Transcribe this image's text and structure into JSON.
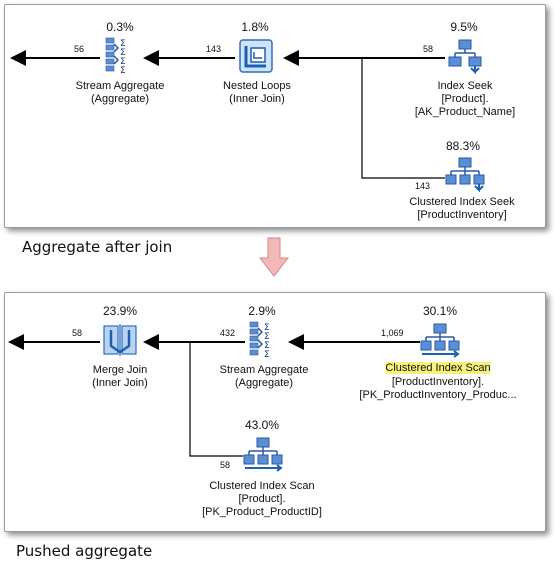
{
  "top_plan": {
    "ops": {
      "stream_aggregate": {
        "pct": "0.3%",
        "name": "Stream Aggregate",
        "sub": "(Aggregate)"
      },
      "nested_loops": {
        "pct": "1.8%",
        "name": "Nested Loops",
        "sub": "(Inner Join)"
      },
      "index_seek": {
        "pct": "9.5%",
        "name": "Index Seek",
        "sub": "[Product].",
        "sub2": "[AK_Product_Name]"
      },
      "clustered_seek": {
        "pct": "88.3%",
        "name": "Clustered Index Seek",
        "sub": "[ProductInventory]"
      }
    },
    "rows": {
      "out": "56",
      "agg_in": "143",
      "seek_in": "58",
      "cseek_in": "143"
    },
    "caption": "Aggregate after join"
  },
  "bottom_plan": {
    "ops": {
      "merge_join": {
        "pct": "23.9%",
        "name": "Merge Join",
        "sub": "(Inner Join)"
      },
      "stream_aggregate": {
        "pct": "2.9%",
        "name": "Stream Aggregate",
        "sub": "(Aggregate)"
      },
      "clustered_scan_inv": {
        "pct": "30.1%",
        "name": "Clustered Index Scan",
        "sub": "[ProductInventory].",
        "sub2": "[PK_ProductInventory_Produc..."
      },
      "clustered_scan_prod": {
        "pct": "43.0%",
        "name": "Clustered Index Scan",
        "sub": "[Product].",
        "sub2": "[PK_Product_ProductID]"
      }
    },
    "rows": {
      "out": "58",
      "join_in": "432",
      "agg_in": "1,069",
      "scan_in": "58"
    },
    "caption": "Pushed aggregate"
  },
  "colors": {
    "arrow": "#000000",
    "highlight": "#f7f27a",
    "transition_arrow": "#f4b8b8"
  }
}
